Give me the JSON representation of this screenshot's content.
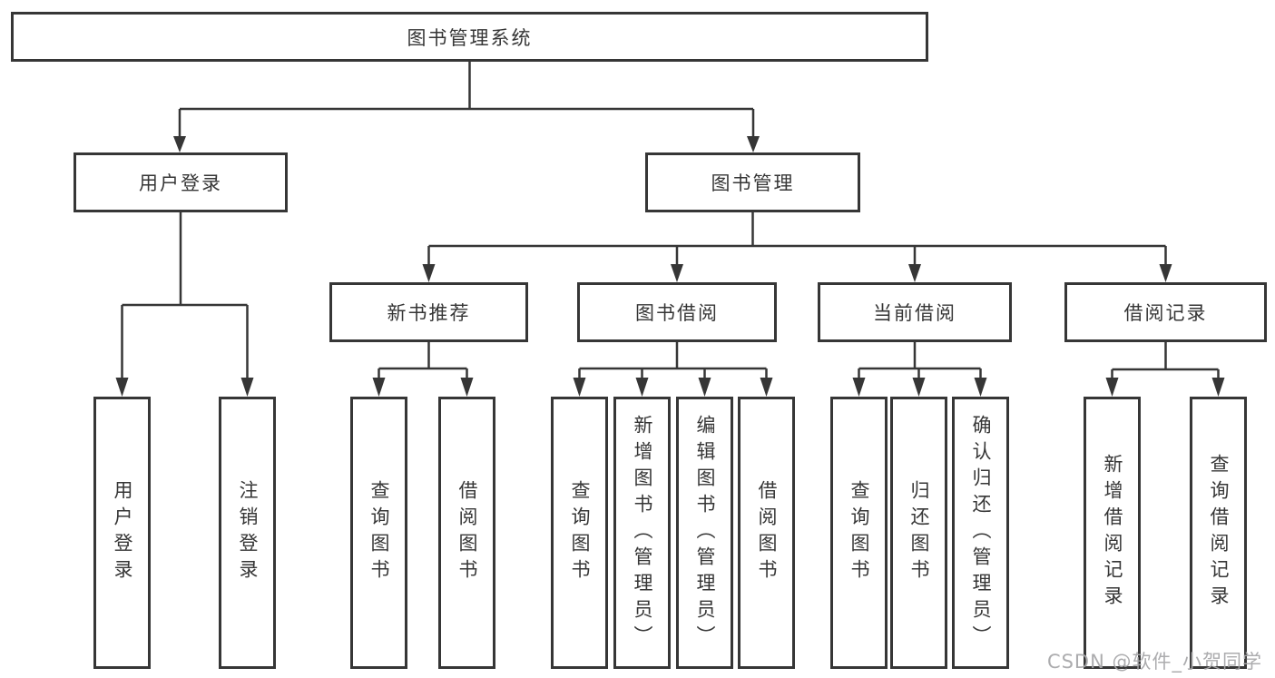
{
  "diagram": {
    "root": "图书管理系统",
    "user_login": {
      "label": "用户登录",
      "children": [
        "用户登录",
        "注销登录"
      ]
    },
    "book_management": {
      "label": "图书管理",
      "children": [
        {
          "label": "新书推荐",
          "children": [
            "查询图书",
            "借阅图书"
          ]
        },
        {
          "label": "图书借阅",
          "children": [
            "查询图书",
            "新增图书（管理员）",
            "编辑图书（管理员）",
            "借阅图书"
          ]
        },
        {
          "label": "当前借阅",
          "children": [
            "查询图书",
            "归还图书",
            "确认归还（管理员）"
          ]
        },
        {
          "label": "借阅记录",
          "children": [
            "新增借阅记录",
            "查询借阅记录"
          ]
        }
      ]
    }
  },
  "watermark": "CSDN @软件_小贺同学",
  "colors": {
    "line": "#363636",
    "text": "#363636",
    "watermark": "#a8a8aa",
    "background": "#ffffff"
  }
}
